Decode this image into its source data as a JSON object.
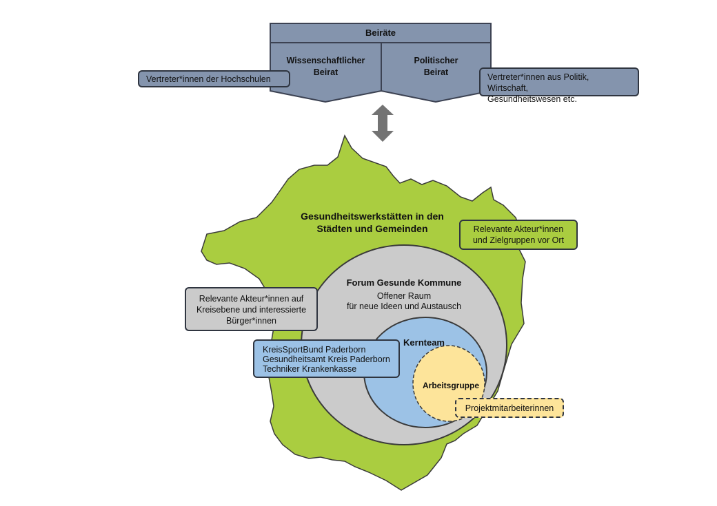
{
  "board": {
    "title": "Beiräte",
    "science": "Wissenschaftlicher\nBeirat",
    "politics": "Politischer\nBeirat"
  },
  "callouts": {
    "universities": "Vertreter*innen der Hochschulen",
    "politics_reps": "Vertreter*innen aus Politik, Wirtschaft,\nGesundheitswesen etc.",
    "local_actors": "Relevante Akteur*innen\nund Zielgruppen vor Ort",
    "district_actors": "Relevante Akteur*innen auf\nKreisebene und interessierte\nBürger*innen",
    "core_partners": "KreisSportBund Paderborn\nGesundheitsamt Kreis Paderborn\nTechniker Krankenkasse",
    "project_staff": "Projektmitarbeiterinnen"
  },
  "circles": {
    "workshops_title": "Gesundheitswerkstätten in den\nStädten und Gemeinden",
    "forum_title": "Forum Gesunde Kommune",
    "forum_desc": "Offener Raum\nfür neue Ideen und Austausch",
    "core_title": "Kernteam",
    "working_group": "Arbeitsgruppe"
  },
  "colors": {
    "board": "#8494ad",
    "board_border": "#3c4252",
    "map": "#aacd40",
    "forum": "#cbcbcb",
    "core": "#9cc2e6",
    "working": "#fde49a",
    "arrow": "#737373"
  }
}
